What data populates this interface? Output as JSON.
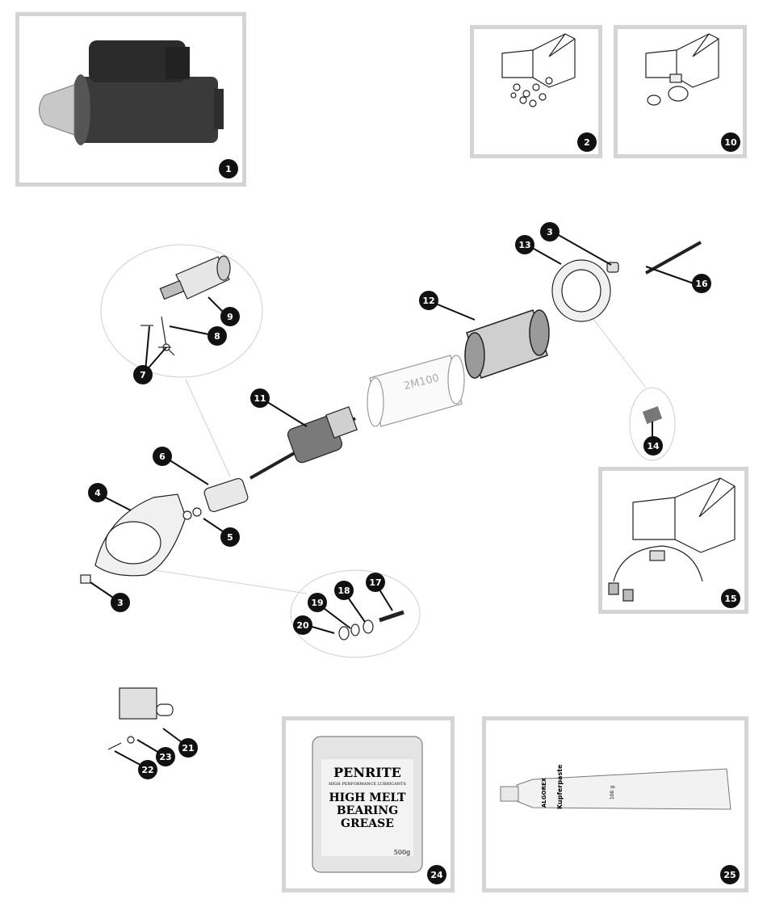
{
  "callouts": {
    "c1": "1",
    "c2": "2",
    "c3": "3",
    "c4": "4",
    "c5": "5",
    "c6": "6",
    "c7": "7",
    "c8": "8",
    "c9": "9",
    "c10": "10",
    "c11": "11",
    "c12": "12",
    "c13": "13",
    "c14": "14",
    "c15": "15",
    "c16": "16",
    "c17": "17",
    "c18": "18",
    "c19": "19",
    "c20": "20",
    "c21": "21",
    "c22": "22",
    "c23": "23",
    "c24": "24",
    "c25": "25"
  },
  "yoke_text": "2M100",
  "grease_tin": {
    "brand": "PENRITE",
    "tagline": "HIGH PERFORMANCE LUBRICANTS",
    "product_line1": "HIGH MELT",
    "product_line2": "BEARING",
    "product_line3": "GREASE",
    "weight": "500g"
  },
  "paste_tube": {
    "brand": "ALGOREX",
    "product": "Kupferpaste",
    "weight": "100 g"
  }
}
